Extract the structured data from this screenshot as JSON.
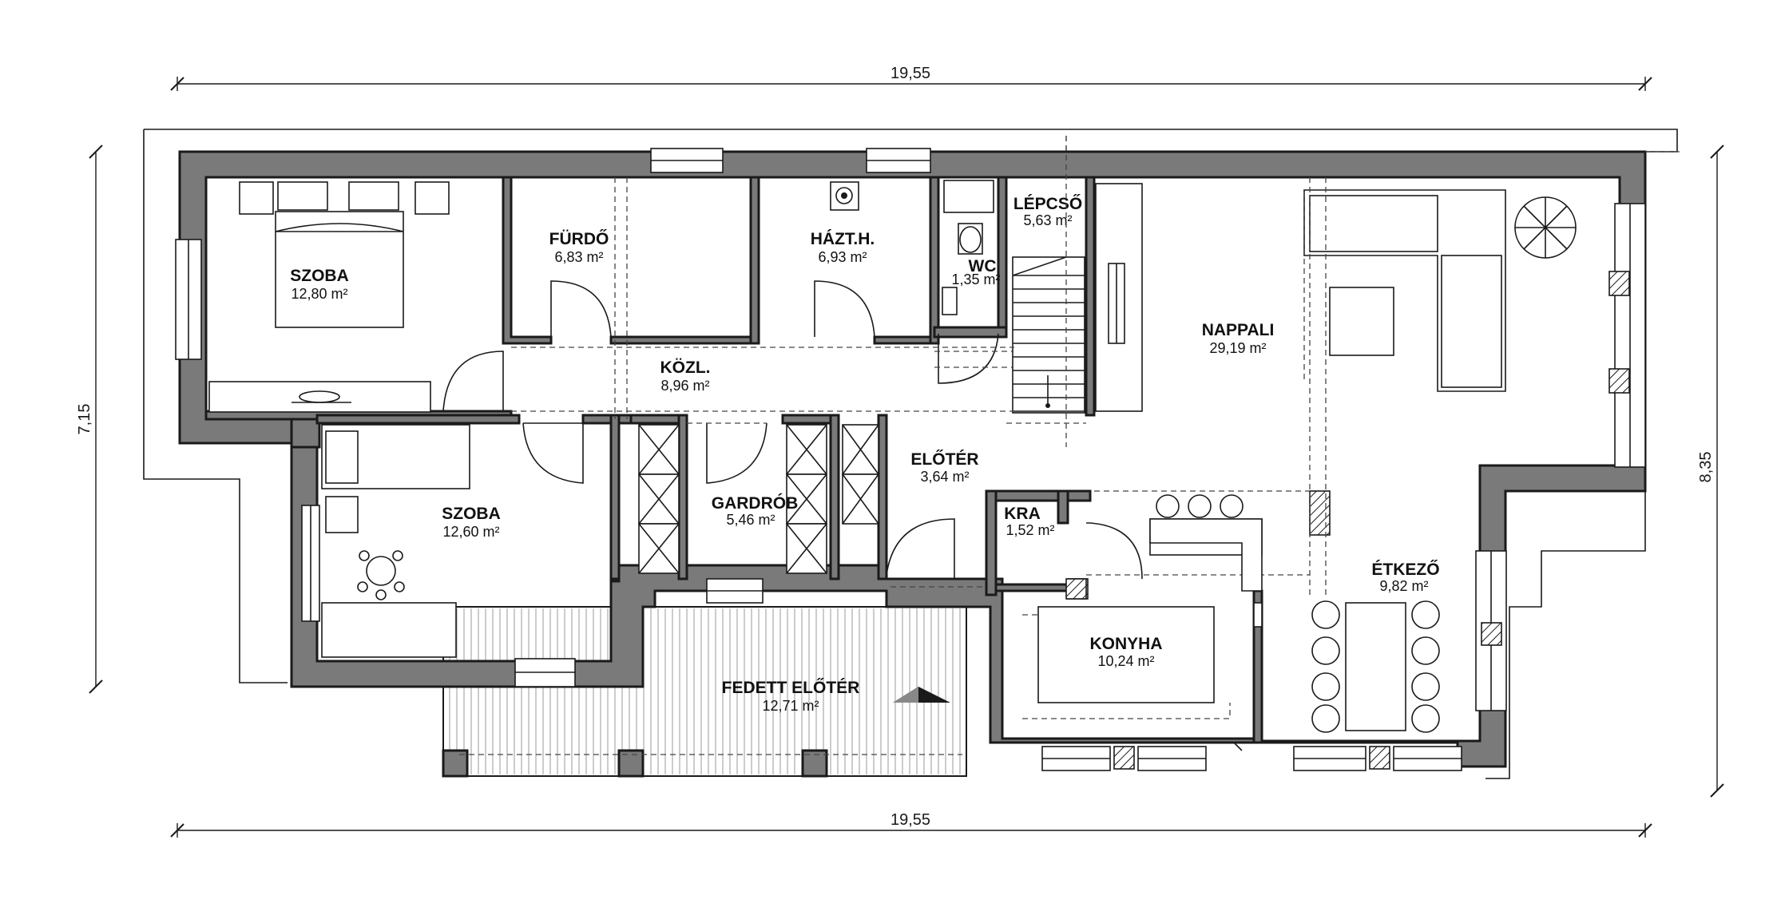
{
  "dimensions": {
    "top_width": "19,55",
    "bottom_width": "19,55",
    "left_height": "7,15",
    "right_height": "8,35"
  },
  "rooms": {
    "szoba1": {
      "name": "SZOBA",
      "area": "12,80 m²"
    },
    "furdo": {
      "name": "FÜRDŐ",
      "area": "6,83 m²"
    },
    "haztartas": {
      "name": "HÁZT.H.",
      "area": "6,93 m²"
    },
    "wc": {
      "name": "WC",
      "area": "1,35 m²"
    },
    "lepcso": {
      "name": "LÉPCSŐ",
      "area": "5,63 m²"
    },
    "nappali": {
      "name": "NAPPALI",
      "area": "29,19 m²"
    },
    "kozl": {
      "name": "KÖZL.",
      "area": "8,96 m²"
    },
    "eloter": {
      "name": "ELŐTÉR",
      "area": "3,64 m²"
    },
    "szoba2": {
      "name": "SZOBA",
      "area": "12,60 m²"
    },
    "gardrob": {
      "name": "GARDRÓB",
      "area": "5,46 m²"
    },
    "kamra": {
      "name": "KRA",
      "area": "1,52 m²"
    },
    "etkezo": {
      "name": "ÉTKEZŐ",
      "area": "9,82 m²"
    },
    "konyha": {
      "name": "KONYHA",
      "area": "10,24 m²"
    },
    "fedett_eloter": {
      "name": "FEDETT ELŐTÉR",
      "area": "12,71 m²"
    }
  },
  "colors": {
    "wall": "#7a7a7a",
    "line": "#1a1a1a"
  }
}
